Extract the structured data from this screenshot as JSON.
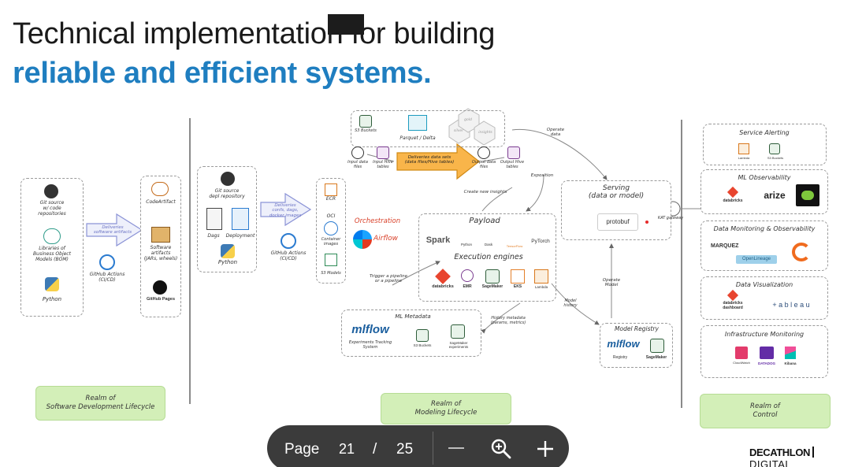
{
  "title": {
    "line1": "Technical implementation for building",
    "line2": "reliable and efficient systems."
  },
  "left": {
    "git_source": "Git source\nw/ code\nrepositories",
    "libraries": "Libraries of\nBusiness Object\nModels (BOM)",
    "python": "Python",
    "deliveries": "Deliveries\nsoftware artifacts",
    "github_actions": "GitHub Actions\n(CI/CD)",
    "codeartifact": "CodeArtifact",
    "software_artifacts": "Software\nartifacts\n(JARs, wheels)",
    "github_pages": "GitHub Pages",
    "realm": "Realm of\nSoftware Development Lifecycle"
  },
  "middle": {
    "git_source_deploy": "Git source\ndepl repository",
    "dags": "Dags",
    "deployment": "Deployment",
    "python": "Python",
    "deliveries_dags": "Deliveries\nconfs, dags,\ndocker images",
    "github_actions": "GitHub Actions\n(CI/CD)",
    "ecr": "ECR",
    "oci": "OCI",
    "container_images": "Container\nimages",
    "s3_models": "S3 Models",
    "s3_buckets": "S3 Buckets",
    "parquet_delta": "Parquet / Delta",
    "gold": "gold",
    "silver": "silver",
    "insights": "insights",
    "input_data_files": "Input data\nfiles",
    "input_hive_tables": "Input Hive\ntables",
    "deliveries_data_sets": "Deliveries data sets\n(data files/Hive tables)",
    "output_data_files": "Output data\nfiles",
    "output_hive_tables": "Output Hive\ntables",
    "operate_data": "Operate\ndata",
    "exposition": "Exposition",
    "create_insights": "Create new insights",
    "orchestration": "Orchestration",
    "airflow": "Airflow",
    "payload": "Payload",
    "spark": "Spark",
    "python_small": "Python",
    "dask": "Dask",
    "tensorflow": "TensorFlow",
    "pytorch": "PyTorch",
    "execution_engines": "Execution engines",
    "databricks": "databricks",
    "emr": "EMR",
    "sagemaker": "SageMaker",
    "eks": "EKS",
    "lambda": "Lambda",
    "trigger_pipeline": "Trigger a pipeline\nor a pipeline",
    "ml_metadata": "ML Metadata",
    "mlflow": "mlflow",
    "experiments_tracking": "Experiments Tracking\nSystem",
    "s3_buckets_2": "S3 Buckets",
    "sagemaker_experiments": "SageMaker\nexperiments",
    "history_metadata": "History metadata\n(params, metrics)",
    "model_history": "Model\nhistory",
    "serving": "Serving\n(data or model)",
    "protobuf": "protobuf",
    "kat_gateway": "KAT gateway",
    "operate_model": "Operate\nModel",
    "model_registry": "Model Registry",
    "registry": "Registry",
    "sagemaker_2": "SageMaker",
    "realm": "Realm of\nModeling Lifecycle"
  },
  "right": {
    "service_alerting": "Service Alerting",
    "lambda": "Lambda",
    "s3_buckets": "S3 Buckets",
    "ml_observability": "ML Observability",
    "databricks": "databricks",
    "arize": "arize",
    "data_monitoring": "Data Monitoring & Observability",
    "marquez": "MARQUEZ",
    "openlineage": "OpenLineage",
    "data_visualization": "Data Visualization",
    "databricks_dashboard": "databricks\ndashboard",
    "tableau": "+ a b l e a u",
    "infra_monitoring": "Infrastructure Monitoring",
    "cloudwatch": "CloudWatch",
    "datadog": "DATADOG",
    "kibana": "Kibana",
    "realm": "Realm of\nControl"
  },
  "pager": {
    "label": "Page",
    "current": "21",
    "separator": "/",
    "total": "25"
  },
  "brand": {
    "name": "DECATHLON",
    "suffix": "DIGITAL"
  },
  "colors": {
    "accent": "#1f7ec0",
    "realm_green": "#d3efb8",
    "pager_bg": "#3b3b3b"
  }
}
